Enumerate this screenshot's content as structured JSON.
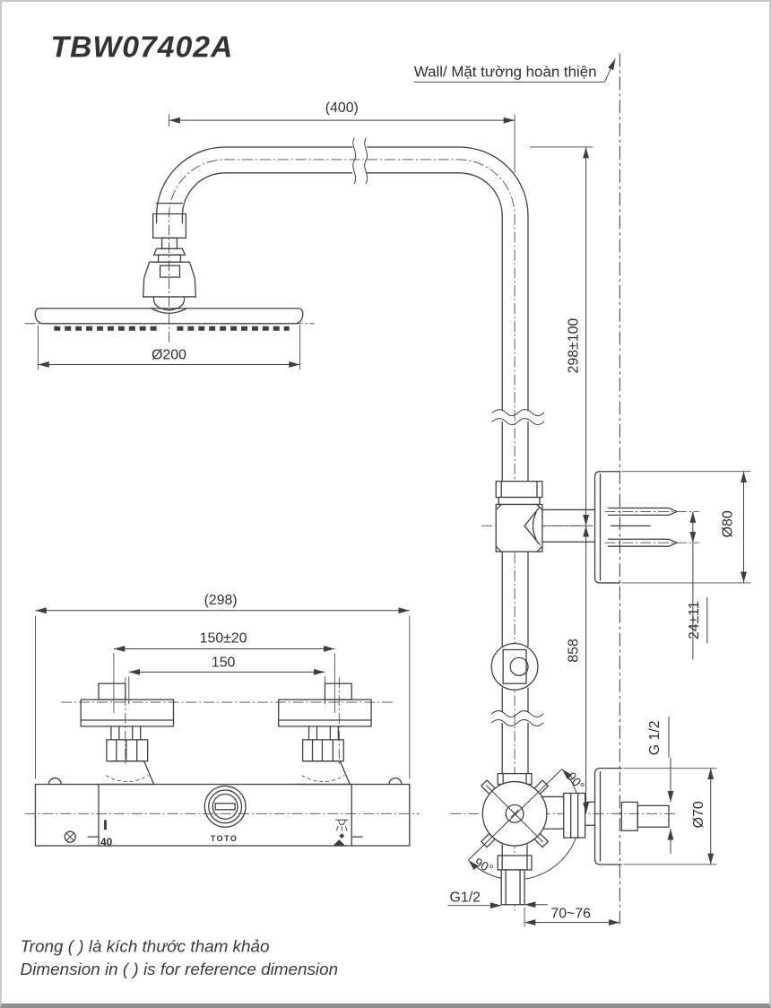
{
  "title": "TBW07402A",
  "wall_label": "Wall/ Mặt tường hoàn thiện",
  "notes": {
    "line1": "Trong ( ) là kích thước tham khảo",
    "line2": "Dimension in ( ) is for reference dimension"
  },
  "dims": {
    "arm_reach": "(400)",
    "head_diameter": "Ø200",
    "riser_height": "298±100",
    "upper_flange_diameter": "Ø80",
    "pin_spacing": "24±11",
    "mixer_height": "858",
    "mixer_width": "(298)",
    "inlet_span_adjust": "150±20",
    "inlet_span": "150",
    "inlet_thread": "G 1/2",
    "outlet_thread": "G1/2",
    "lower_flange_diameter": "Ø70",
    "wall_clearance": "70~76",
    "angle_top": "90°",
    "angle_bottom": "90°"
  },
  "markings": {
    "brand": "TOTO",
    "temperature": "40"
  },
  "colors": {
    "line": "#3f3f3f",
    "text": "#2f2f2f",
    "background": "#ffffff",
    "frame_border": "#8f8f8f"
  }
}
